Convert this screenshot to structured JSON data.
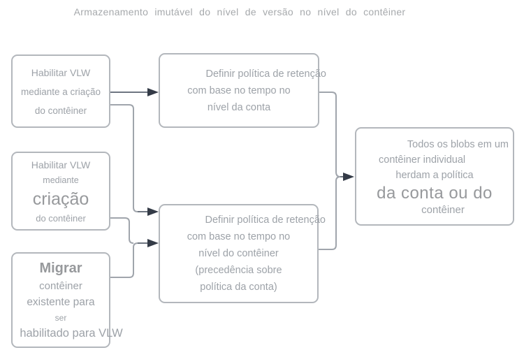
{
  "title": "Armazenamento imutável do nível de versão no nível do contêiner",
  "boxes": {
    "enable_vlw_on_creation": {
      "lines": [
        "Habilitar VLW",
        "mediante a criação",
        "do contêiner"
      ]
    },
    "enable_vlw_via_creation": {
      "lines": [
        "Habilitar VLW",
        "mediante",
        "criação",
        "do contêiner"
      ]
    },
    "migrate_existing": {
      "lines": [
        "Migrar",
        "contêiner",
        "existente para",
        "ser",
        "habilitado para VLW"
      ]
    },
    "account_retention_policy": {
      "lines": [
        "Definir política de retenção",
        "com base no tempo no",
        "nível da conta"
      ]
    },
    "container_retention_policy": {
      "lines": [
        "Definir política de retenção",
        "com base no tempo no",
        "nível do contêiner",
        "(precedência sobre",
        "política da conta)"
      ]
    },
    "blobs_inherit_policy": {
      "lines": [
        "Todos os blobs em um",
        "contêiner individual",
        "herdam a política",
        "da conta ou do",
        "contêiner"
      ]
    }
  },
  "colors": {
    "background": "#ffffff",
    "box_border": "#b3b7bc",
    "box_text": "#9da2a8",
    "large_text": "#97999c",
    "connector": "#a0a5ac",
    "arrow_stem": "#6e7681",
    "arrow_head": "#343b47",
    "title_text": "#a6a9ac"
  }
}
